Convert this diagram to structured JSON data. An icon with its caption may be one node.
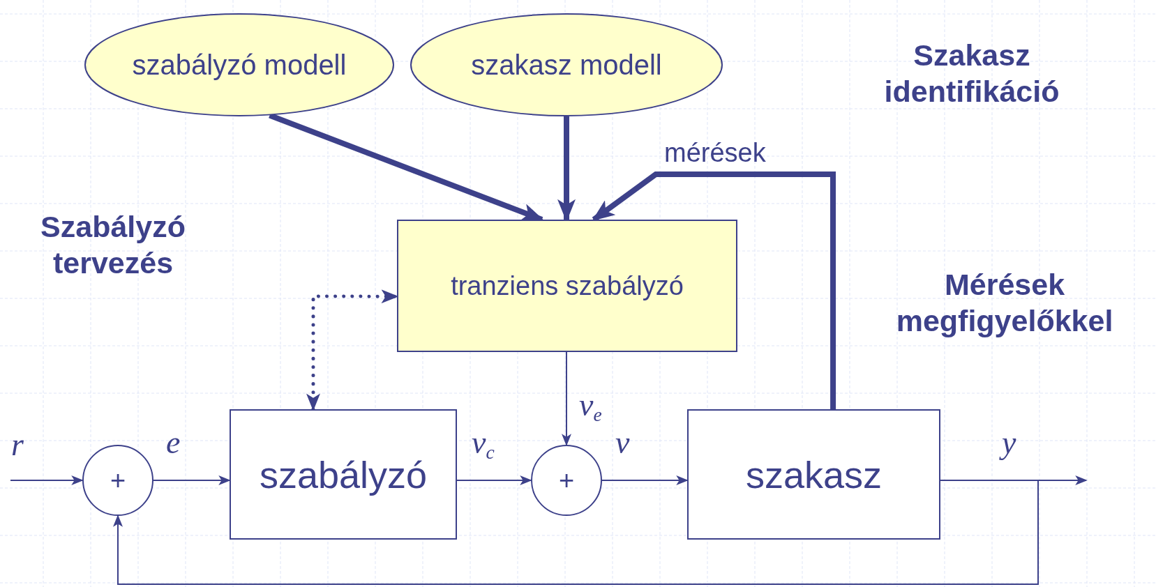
{
  "diagram": {
    "nodes": [
      {
        "text": [
          "szabályzó modell"
        ]
      },
      {
        "text": [
          "szakasz modell"
        ]
      },
      {
        "text": [
          "tranziens szabályzó"
        ]
      },
      {
        "text": [
          "+"
        ]
      },
      {
        "text": [
          "szabályzó"
        ]
      },
      {
        "text": [
          "+"
        ]
      },
      {
        "text": [
          "szakasz"
        ]
      }
    ],
    "edges": [
      {
        "from": 0,
        "to": 2,
        "arrow": "to",
        "style": "thick"
      },
      {
        "from": 1,
        "to": 2,
        "arrow": "to",
        "style": "thick"
      },
      {
        "from": 6,
        "to": 2,
        "arrow": "to",
        "style": "thick",
        "label": "mérések"
      },
      {
        "from": 4,
        "to": 2,
        "arrow": "both",
        "style": "dashed"
      },
      {
        "from": null,
        "to": 3,
        "arrow": "to",
        "label": "r"
      },
      {
        "from": 3,
        "to": 4,
        "arrow": "to",
        "label": "e"
      },
      {
        "from": 4,
        "to": 5,
        "arrow": "to",
        "label": "v$_{c}$"
      },
      {
        "from": 2,
        "to": 5,
        "arrow": "to",
        "label": "v$_{e}$"
      },
      {
        "from": 5,
        "to": 6,
        "arrow": "to",
        "label": "v"
      },
      {
        "from": 6,
        "to": null,
        "arrow": "to",
        "label": "y"
      },
      {
        "from": 6,
        "to": 3,
        "arrow": "to"
      }
    ],
    "labels": [
      "Szakasz identifikáció",
      "Szabályzó tervezés",
      "Mérések megfigyelőkkel"
    ]
  }
}
